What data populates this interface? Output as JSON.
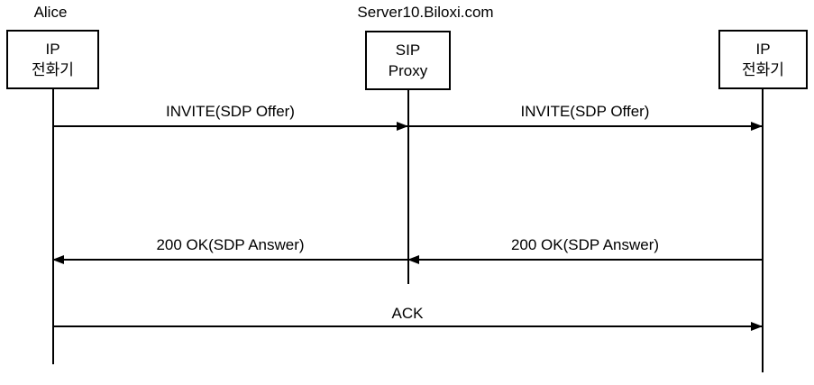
{
  "diagram": {
    "type": "sip-call-flow-sequence-diagram",
    "colors": {
      "line": "#000000",
      "text": "#000000",
      "background": "#ffffff"
    },
    "actors": {
      "left": {
        "title": "Alice",
        "box": [
          "IP",
          "전화기"
        ]
      },
      "center": {
        "title": "Server10.Biloxi.com",
        "box": [
          "SIP",
          "Proxy"
        ]
      },
      "right": {
        "box": [
          "IP",
          "전화기"
        ]
      }
    },
    "messages": [
      {
        "label": "INVITE(SDP Offer)",
        "from": "alice-ip-phone",
        "to": "sip-proxy",
        "direction": "right"
      },
      {
        "label": "INVITE(SDP Offer)",
        "from": "sip-proxy",
        "to": "right-ip-phone",
        "direction": "right"
      },
      {
        "label": "200 OK(SDP Answer)",
        "from": "sip-proxy",
        "to": "alice-ip-phone",
        "direction": "left"
      },
      {
        "label": "200 OK(SDP Answer)",
        "from": "right-ip-phone",
        "to": "sip-proxy",
        "direction": "left"
      },
      {
        "label": "ACK",
        "from": "alice-ip-phone",
        "to": "right-ip-phone",
        "direction": "right"
      }
    ]
  }
}
